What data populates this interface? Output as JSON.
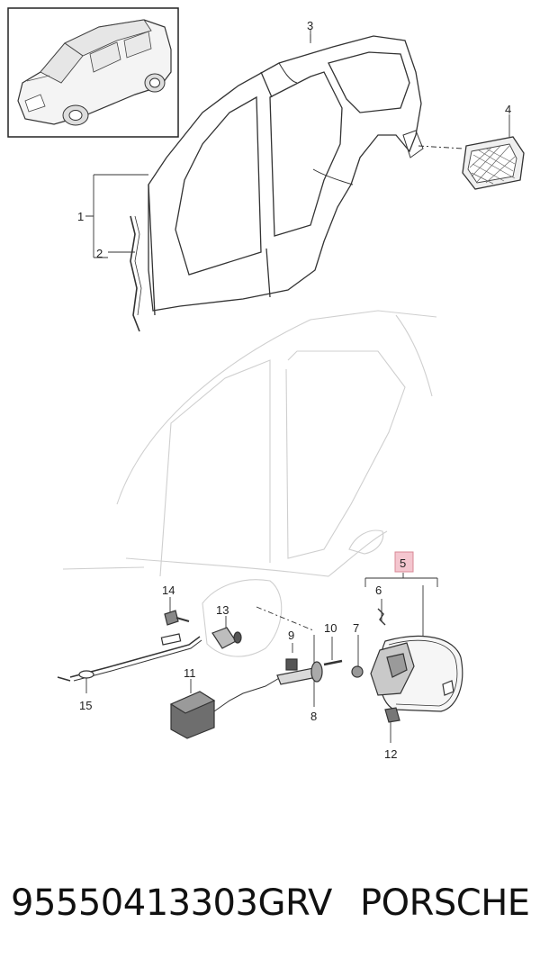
{
  "diagram": {
    "callouts": [
      "1",
      "2",
      "3",
      "4",
      "5",
      "6",
      "7",
      "8",
      "9",
      "10",
      "11",
      "12",
      "13",
      "14",
      "15"
    ],
    "highlight_callout": "5",
    "highlight_color": "#f4c6cf",
    "line_color": "#333333",
    "ghost_color": "#c8c8c8"
  },
  "footer": {
    "part_number": "95550413303GRV",
    "brand": "PORSCHE"
  }
}
